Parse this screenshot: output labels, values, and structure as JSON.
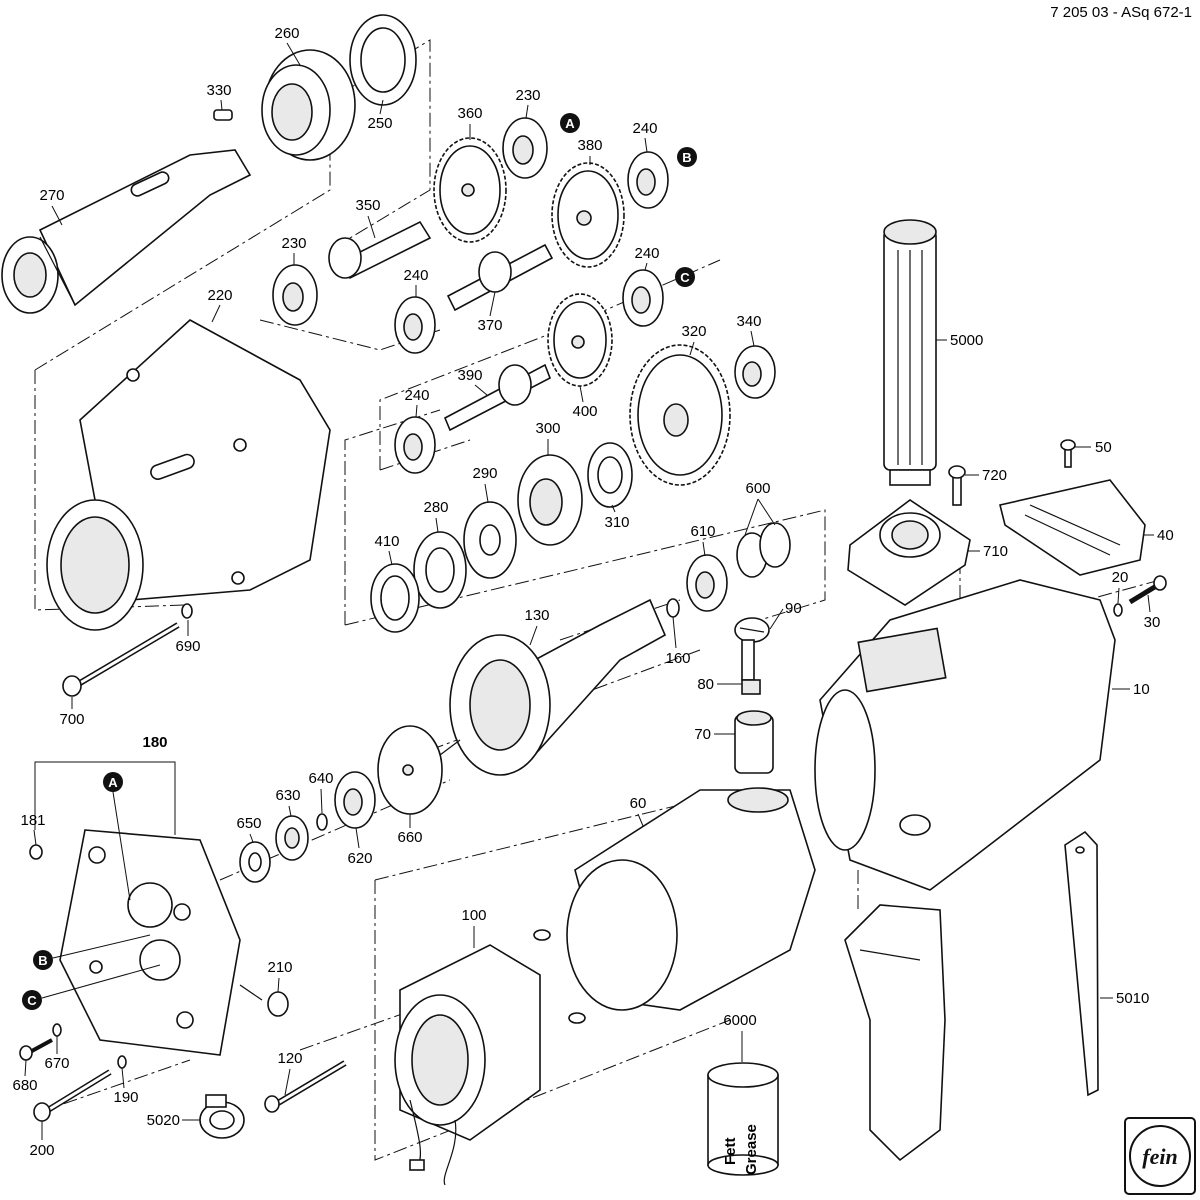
{
  "document_id": "7 205 03 - ASq 672-1",
  "logo_text": "fein",
  "grease_label": {
    "line1": "Fett",
    "line2": "Grease"
  },
  "markers": [
    "A",
    "B",
    "C"
  ],
  "part_numbers": {
    "p10": "10",
    "p20": "20",
    "p30": "30",
    "p40": "40",
    "p50": "50",
    "p60": "60",
    "p70": "70",
    "p80": "80",
    "p90": "90",
    "p100": "100",
    "p120": "120",
    "p130": "130",
    "p160": "160",
    "p180": "180",
    "p181": "181",
    "p190": "190",
    "p200": "200",
    "p210": "210",
    "p220": "220",
    "p230a": "230",
    "p230b": "230",
    "p240a": "240",
    "p240b": "240",
    "p240c": "240",
    "p240d": "240",
    "p250": "250",
    "p260": "260",
    "p270": "270",
    "p280": "280",
    "p290": "290",
    "p300": "300",
    "p310": "310",
    "p320": "320",
    "p330": "330",
    "p340": "340",
    "p350": "350",
    "p360": "360",
    "p370": "370",
    "p380": "380",
    "p390": "390",
    "p400": "400",
    "p410": "410",
    "p600": "600",
    "p610": "610",
    "p620": "620",
    "p630": "630",
    "p640": "640",
    "p650": "650",
    "p660": "660",
    "p670": "670",
    "p680": "680",
    "p690": "690",
    "p700": "700",
    "p710": "710",
    "p720": "720",
    "p5000": "5000",
    "p5010": "5010",
    "p5020": "5020",
    "p6000": "6000"
  }
}
